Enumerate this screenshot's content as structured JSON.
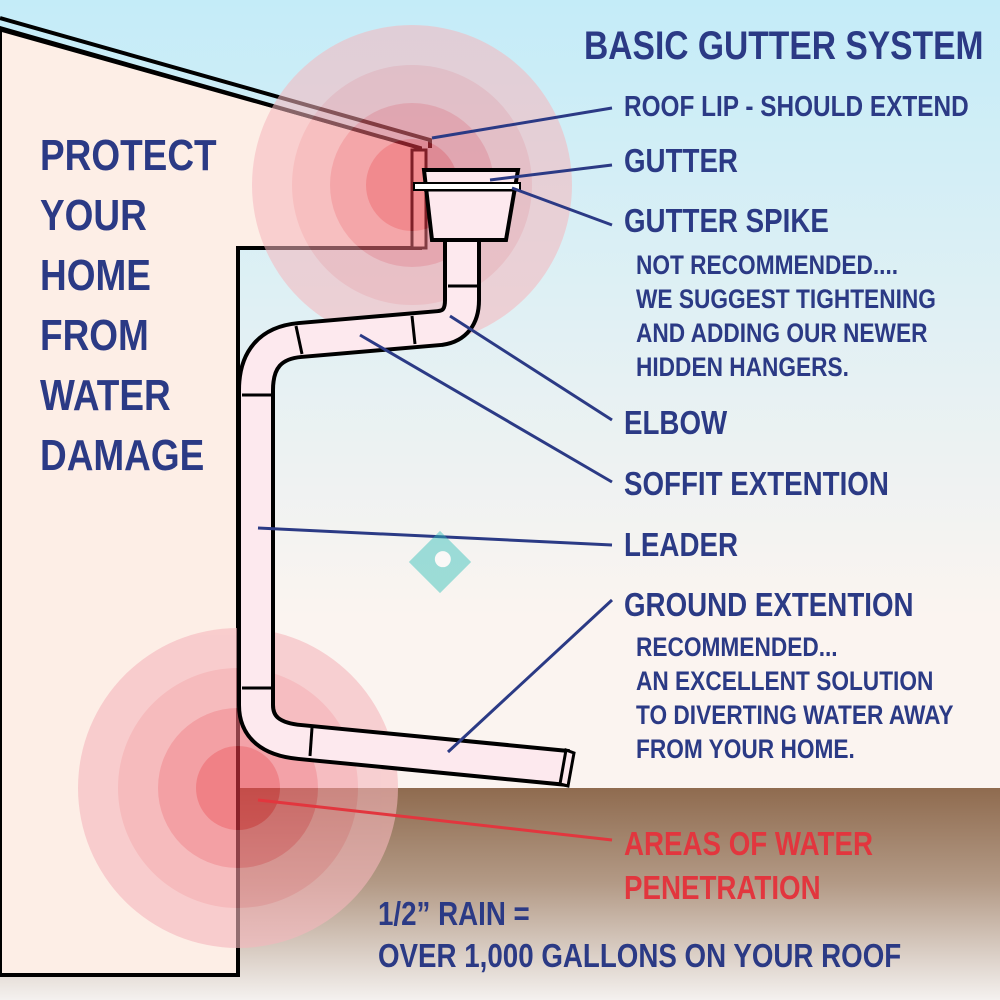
{
  "title": "BASIC GUTTER SYSTEM",
  "side_heading": [
    "PROTECT",
    "YOUR",
    "HOME",
    "FROM",
    "WATER",
    "DAMAGE"
  ],
  "labels": {
    "roof_lip": "ROOF LIP - SHOULD EXTEND",
    "gutter": "GUTTER",
    "gutter_spike": "GUTTER SPIKE",
    "gutter_spike_note": [
      "NOT RECOMMENDED....",
      "WE SUGGEST TIGHTENING",
      "AND ADDING OUR NEWER",
      "HIDDEN HANGERS."
    ],
    "elbow": "ELBOW",
    "soffit_extention": "SOFFIT EXTENTION",
    "leader": "LEADER",
    "ground_extention": "GROUND EXTENTION",
    "ground_extention_note": [
      "RECOMMENDED...",
      "AN EXCELLENT SOLUTION",
      "TO DIVERTING WATER AWAY",
      "FROM YOUR HOME."
    ],
    "water_penetration": [
      "AREAS OF WATER",
      "PENETRATION"
    ]
  },
  "footer": [
    "1/2” RAIN =",
    "OVER 1,000 GALLONS ON YOUR ROOF"
  ],
  "colors": {
    "text": "#2b3a85",
    "warning": "#e2363e",
    "wall": "#fdeee6",
    "sky": "#cfeef8",
    "ground": "#9b7a60",
    "pipe": "#fde9ee"
  },
  "icons": [
    "location-pin-icon"
  ]
}
